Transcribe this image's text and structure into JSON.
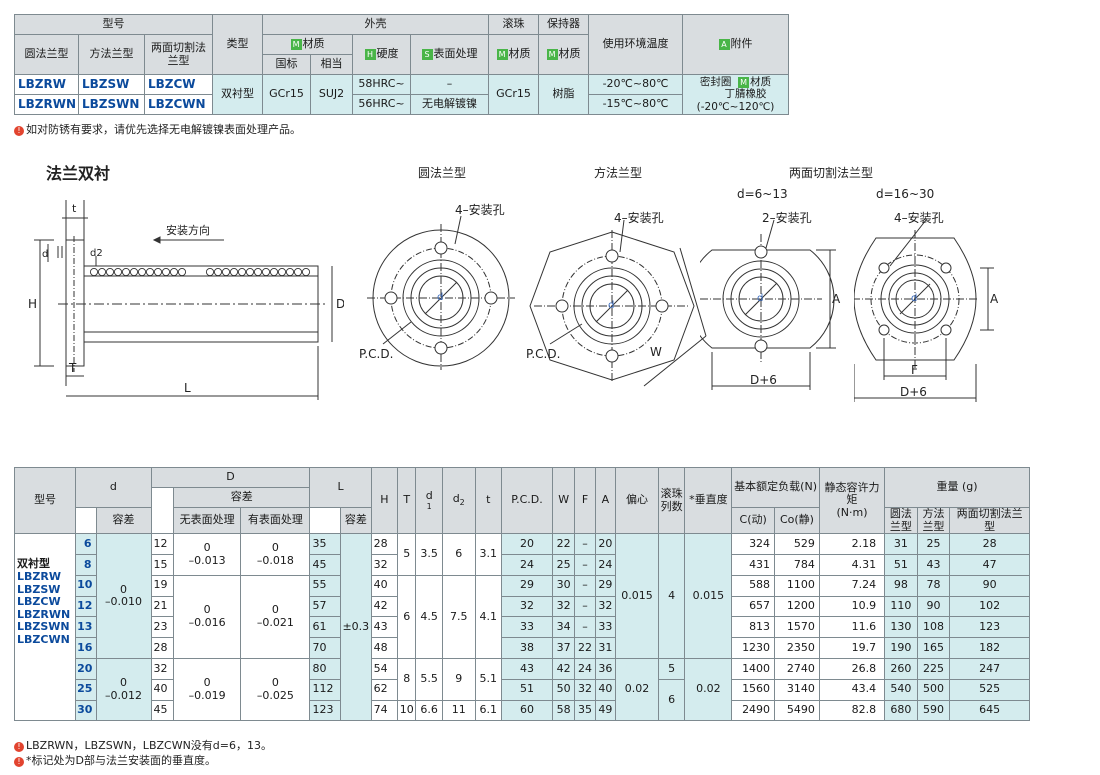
{
  "top_table": {
    "headers": {
      "model": "型号",
      "round_flange": "圆法兰型",
      "square_flange": "方法兰型",
      "two_side_cut": "两面切割法兰型",
      "type": "类型",
      "shell": "外壳",
      "material": "材质",
      "hardness": "硬度",
      "surface": "表面处理",
      "national_std": "国标",
      "equivalent": "相当",
      "ball": "滚珠",
      "retainer": "保持器",
      "ball_material": "材质",
      "retainer_material": "材质",
      "temp": "使用环境温度",
      "accessory": "附件",
      "tag_m": "M",
      "tag_h": "H",
      "tag_s": "S",
      "tag_a": "A"
    },
    "rows": [
      {
        "round": "LBZRW",
        "square": "LBZSW",
        "cut": "LBZCW",
        "hardness": "58HRC~",
        "surface": "–",
        "temp": "-20℃~80℃"
      },
      {
        "round": "LBZRWN",
        "square": "LBZSWN",
        "cut": "LBZCWN",
        "hardness": "56HRC~",
        "surface": "无电解镀镍",
        "temp": "-15℃~80℃"
      }
    ],
    "type_value": "双衬型",
    "shell_material_national": "GCr15",
    "shell_material_equiv": "SUJ2",
    "ball_material_value": "GCr15",
    "retainer_material_value": "树脂",
    "accessory_seal": "密封圈",
    "accessory_material_label": "材质",
    "accessory_material_value": "丁腈橡胶",
    "accessory_temp": "(-20℃~120℃)"
  },
  "top_note": {
    "mark": "!",
    "text": "如对防锈有要求，请优先选择无电解镀镍表面处理产品。"
  },
  "drawings": {
    "section_title": "法兰双衬",
    "install_direction": "安装方向",
    "side_labels": {
      "t": "t",
      "d": "d",
      "d2": "d2",
      "H": "H",
      "D": "D",
      "T": "T",
      "L": "L"
    },
    "round": {
      "title": "圆法兰型",
      "hole": "4–安装孔",
      "pcd": "P.C.D.",
      "d": "d"
    },
    "square": {
      "title": "方法兰型",
      "hole": "4–安装孔",
      "pcd": "P.C.D.",
      "W": "W",
      "d": "d"
    },
    "cut": {
      "title": "两面切割法兰型",
      "left_range": "d=6~13",
      "right_range": "d=16~30",
      "left_hole": "2–安装孔",
      "right_hole": "4–安装孔",
      "A": "A",
      "D6": "D+6",
      "F": "F",
      "d": "d"
    }
  },
  "bottom_table": {
    "headers": {
      "model": "型号",
      "d": "d",
      "d_tol": "容差",
      "D": "D",
      "D_tol": "容差",
      "D_no_surface": "无表面处理",
      "D_with_surface": "有表面处理",
      "L": "L",
      "L_tol": "容差",
      "H": "H",
      "T": "T",
      "d1": "d",
      "d1_sub": "1",
      "d2": "d",
      "d2_sub": "2",
      "t": "t",
      "pcd": "P.C.D.",
      "W": "W",
      "F": "F",
      "A": "A",
      "ecc": "偏心",
      "ball_rows": "滚珠列数",
      "perp": "*垂直度",
      "load": "基本额定负载(N)",
      "load_c": "C(动)",
      "load_co": "Co(静)",
      "moment": "静态容许力矩",
      "moment_unit": "(N·m)",
      "weight": "重量 (g)",
      "w_round": "圆法兰型",
      "w_square": "方法兰型",
      "w_cut": "两面切割法兰型"
    },
    "series_label": "双衬型",
    "series_models": [
      "LBZRW",
      "LBZSW",
      "LBZCW",
      "LBZRWN",
      "LBZSWN",
      "LBZCWN"
    ],
    "rows": [
      {
        "d": "6",
        "D": "12",
        "L": "35",
        "H": "28",
        "pcd": "20",
        "W": "22",
        "F": "–",
        "A": "20",
        "C": "324",
        "Co": "529",
        "M": "2.18",
        "w1": "31",
        "w2": "25",
        "w3": "28"
      },
      {
        "d": "8",
        "D": "15",
        "L": "45",
        "H": "32",
        "pcd": "24",
        "W": "25",
        "F": "–",
        "A": "24",
        "C": "431",
        "Co": "784",
        "M": "4.31",
        "w1": "51",
        "w2": "43",
        "w3": "47"
      },
      {
        "d": "10",
        "D": "19",
        "L": "55",
        "H": "40",
        "pcd": "29",
        "W": "30",
        "F": "–",
        "A": "29",
        "C": "588",
        "Co": "1100",
        "M": "7.24",
        "w1": "98",
        "w2": "78",
        "w3": "90"
      },
      {
        "d": "12",
        "D": "21",
        "L": "57",
        "H": "42",
        "pcd": "32",
        "W": "32",
        "F": "–",
        "A": "32",
        "C": "657",
        "Co": "1200",
        "M": "10.9",
        "w1": "110",
        "w2": "90",
        "w3": "102"
      },
      {
        "d": "13",
        "D": "23",
        "L": "61",
        "H": "43",
        "pcd": "33",
        "W": "34",
        "F": "–",
        "A": "33",
        "C": "813",
        "Co": "1570",
        "M": "11.6",
        "w1": "130",
        "w2": "108",
        "w3": "123"
      },
      {
        "d": "16",
        "D": "28",
        "L": "70",
        "H": "48",
        "pcd": "38",
        "W": "37",
        "F": "22",
        "A": "31",
        "C": "1230",
        "Co": "2350",
        "M": "19.7",
        "w1": "190",
        "w2": "165",
        "w3": "182"
      },
      {
        "d": "20",
        "D": "32",
        "L": "80",
        "H": "54",
        "pcd": "43",
        "W": "42",
        "F": "24",
        "A": "36",
        "C": "1400",
        "Co": "2740",
        "M": "26.8",
        "w1": "260",
        "w2": "225",
        "w3": "247"
      },
      {
        "d": "25",
        "D": "40",
        "L": "112",
        "H": "62",
        "pcd": "51",
        "W": "50",
        "F": "32",
        "A": "40",
        "C": "1560",
        "Co": "3140",
        "M": "43.4",
        "w1": "540",
        "w2": "500",
        "w3": "525"
      },
      {
        "d": "30",
        "D": "45",
        "L": "123",
        "H": "74",
        "pcd": "60",
        "W": "58",
        "F": "35",
        "A": "49",
        "C": "2490",
        "Co": "5490",
        "M": "82.8",
        "w1": "680",
        "w2": "590",
        "w3": "645"
      }
    ],
    "groups": {
      "d_tol_a": "0\n–0.010",
      "d_tol_b": "0\n–0.012",
      "D_ns_1": "0\n–0.013",
      "D_ws_1": "0\n–0.018",
      "D_ns_2": "0\n–0.016",
      "D_ws_2": "0\n–0.021",
      "D_ns_3": "0\n–0.019",
      "D_ws_3": "0\n–0.025",
      "L_tol": "±0.3",
      "T_1": "5",
      "d1_1": "3.5",
      "d2_1": "6",
      "t_1": "3.1",
      "T_2": "6",
      "d1_2": "4.5",
      "d2_2": "7.5",
      "t_2": "4.1",
      "T_3": "8",
      "d1_3": "5.5",
      "d2_3": "9",
      "t_3": "5.1",
      "T_4": "10",
      "d1_4": "6.6",
      "d2_4": "11",
      "t_4": "6.1",
      "ecc_1": "0.015",
      "ecc_2": "0.02",
      "rows_1": "4",
      "rows_2": "5",
      "rows_3": "6",
      "perp_1": "0.015",
      "perp_2": "0.02"
    }
  },
  "bottom_notes": [
    {
      "mark": "!",
      "text": "LBZRWN，LBZSWN，LBZCWN没有d=6，13。"
    },
    {
      "mark": "!",
      "text": "*标记处为D部与法兰安装面的垂直度。"
    }
  ],
  "colors": {
    "header_gray": "#d9dde0",
    "cell_blue": "#d4ecee",
    "model_blue": "#0b4a9c",
    "tag_green": "#49b548",
    "note_red": "#e2442f"
  }
}
